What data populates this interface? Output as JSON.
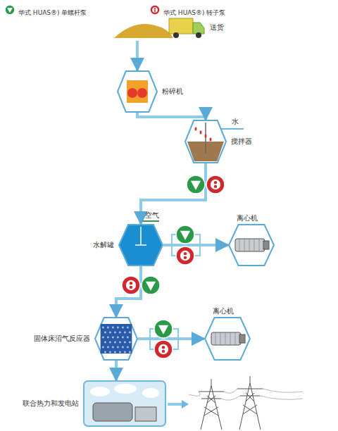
{
  "diagram": {
    "nodes": [
      {
        "text": [
          "送货"
        ]
      },
      {
        "text": [
          "粉碎机"
        ]
      },
      {
        "text": [
          "搅拌器"
        ]
      },
      {
        "text": [
          "水解罐"
        ]
      },
      {
        "text": [
          "离心机"
        ]
      },
      {
        "text": [
          "固体床沼气反应器"
        ]
      },
      {
        "text": [
          "离心机"
        ]
      },
      {
        "text": [
          "联合热力和发电站"
        ]
      }
    ],
    "edges": [
      {
        "from": 0,
        "to": 1,
        "arrow": "to"
      },
      {
        "from": 1,
        "to": 2,
        "arrow": "to"
      },
      {
        "from": 2,
        "to": 3,
        "arrow": "to"
      },
      {
        "from": 3,
        "to": 4,
        "arrow": "to"
      },
      {
        "from": 3,
        "to": 5,
        "arrow": "to"
      },
      {
        "from": 5,
        "to": 6,
        "arrow": "to"
      },
      {
        "from": 5,
        "to": 7,
        "arrow": "to"
      }
    ],
    "labels": [
      "水",
      "空气"
    ],
    "legend": [
      {
        "text": "华式 HUAS®) 单螺杆泵"
      },
      {
        "text": "华式 HUAS®) 转子泵"
      }
    ]
  }
}
